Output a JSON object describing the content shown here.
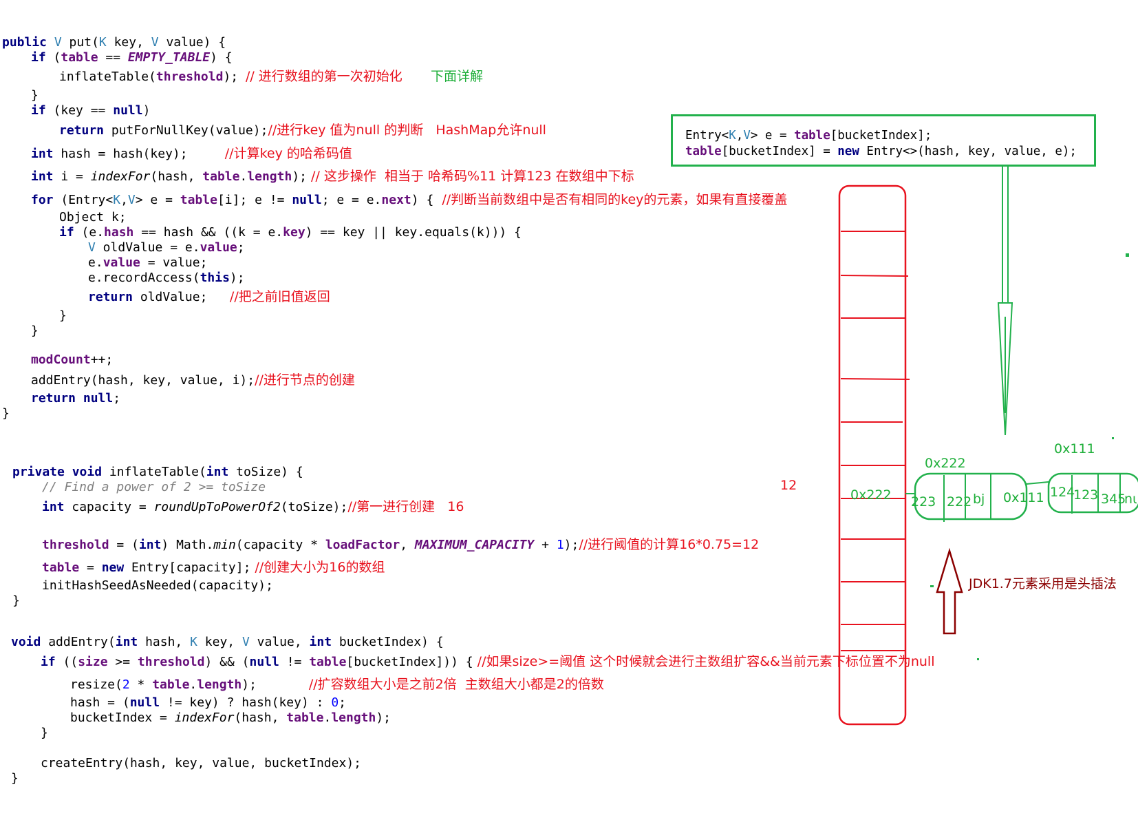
{
  "put_method": {
    "sig": {
      "kw": "public",
      "type_v": "V",
      "put": " put(",
      "type_k": "K",
      "key": " key, ",
      "type_v2": "V",
      "rest": " value) {"
    },
    "if_table": {
      "kw": "if",
      "open": " (",
      "table": "table",
      "op": " == ",
      "empty": "EMPTY_TABLE",
      "close": ") {"
    },
    "inflate": {
      "call": "inflateTable(",
      "threshold": "threshold",
      "end": "); ",
      "comment": "// 进行数组的第一次初始化"
    },
    "detail_note": "下面详解",
    "close1": "}",
    "if_key": {
      "kw": "if",
      "mid": " (key == ",
      "null": "null",
      "close": ")"
    },
    "return_null_key": {
      "kw": "return",
      "call": " putForNullKey(value);",
      "comment": "//进行key 值为null 的判断   HashMap允许null"
    },
    "int_hash": {
      "kw": "int",
      "rest": " hash = hash(key);",
      "comment": "//计算key 的哈希码值"
    },
    "int_i": {
      "kw": "int",
      "mid": " i = ",
      "index_for": "indexFor",
      "args": "(hash, ",
      "table": "table",
      "dot": ".",
      "length": "length",
      "end": ");",
      "comment": " // 这步操作  相当于 哈希码%11 计算123 在数组中下标"
    },
    "for_line": {
      "kw": "for",
      "open": " (Entry<",
      "k": "K",
      "comma": ",",
      "v": "V",
      "mid": "> e = ",
      "table": "table",
      "idx": "[i]; e != ",
      "null": "null",
      "tail": "; e = e.",
      "next": "next",
      "end": ") {",
      "comment": "  //判断当前数组中是否有相同的key的元素，如果有直接覆盖"
    },
    "object_k": "Object k;",
    "if_equals": {
      "kw": "if",
      "a": " (e.",
      "hash": "hash",
      "b": " == hash && ((k = e.",
      "key": "key",
      "c": ") == key || key.equals(k))) {"
    },
    "old_value": {
      "v": "V",
      "a": " oldValue = e.",
      "value": "value",
      "b": ";"
    },
    "set_value": {
      "a": "e.",
      "value": "value",
      "b": " = value;"
    },
    "record": {
      "a": "e.recordAccess(",
      "kw": "this",
      "b": ");"
    },
    "return_old": {
      "kw": "return",
      "rest": " oldValue;",
      "comment": "//把之前旧值返回"
    },
    "close_inner": "}",
    "close_for": "}",
    "mod_count": {
      "field": "modCount",
      "rest": "++;"
    },
    "add_entry": {
      "call": "addEntry(hash, key, value, i);",
      "comment": "//进行节点的创建"
    },
    "return_null": {
      "kw": "return",
      "sp": " ",
      "null": "null",
      "end": ";"
    },
    "close_method": "}"
  },
  "inflate_method": {
    "sig": {
      "kw1": "private",
      "kw2": "void",
      "a": " inflateTable(",
      "kw3": "int",
      "b": " toSize) {"
    },
    "doc": "// Find a power of 2 >= toSize",
    "capacity": {
      "kw": "int",
      "a": " capacity = ",
      "call": "roundUpToPowerOf2",
      "b": "(toSize);",
      "comment": "//第一进行创建   16"
    },
    "threshold_line": {
      "field": "threshold",
      "a": " = (",
      "kw": "int",
      "b": ") Math.",
      "min": "min",
      "c": "(capacity * ",
      "lf": "loadFactor",
      "d": ", ",
      "max": "MAXIMUM_CAPACITY",
      "e": " + ",
      "one": "1",
      "f": ");",
      "comment": "//进行阈值的计算16*0.75=12"
    },
    "table_line": {
      "field": "table",
      "a": " = ",
      "kw": "new",
      "b": " Entry[capacity];",
      "comment": " //创建大小为16的数组"
    },
    "init_hash": "initHashSeedAsNeeded(capacity);",
    "close": "}"
  },
  "add_entry_method": {
    "sig": {
      "kw1": "void",
      "a": " addEntry(",
      "kw2": "int",
      "b": " hash, ",
      "k": "K",
      "c": " key, ",
      "v": "V",
      "d": " value, ",
      "kw3": "int",
      "e": " bucketIndex) {"
    },
    "if_line": {
      "kw": "if",
      "a": " ((",
      "size": "size",
      "b": " >= ",
      "threshold": "threshold",
      "c": ") && (",
      "null": "null",
      "d": " != ",
      "table": "table",
      "e": "[bucketIndex])) {",
      "comment": " //如果size>=阈值 这个时候就会进行主数组扩容&&当前元素下标位置不为null"
    },
    "resize": {
      "a": "resize(",
      "two": "2",
      "b": " * ",
      "table": "table",
      "dot": ".",
      "length": "length",
      "c": ");",
      "comment": "//扩容数组大小是之前2倍  主数组大小都是2的倍数"
    },
    "hash_line": {
      "a": "hash = (",
      "null": "null",
      "b": " != key) ? hash(key) : ",
      "zero": "0",
      "c": ";"
    },
    "bucket_line": {
      "a": "bucketIndex = ",
      "call": "indexFor",
      "b": "(hash, ",
      "table": "table",
      "dot": ".",
      "length": "length",
      "c": ");"
    },
    "close_if": "}",
    "create": "createEntry(hash, key, value, bucketIndex);",
    "close": "}"
  },
  "code_box": {
    "line1": {
      "a": "Entry<",
      "k": "K",
      "comma": ",",
      "v": "V",
      "b": "> e = ",
      "table": "table",
      "c": "[bucketIndex];"
    },
    "line2": {
      "table": "table",
      "a": "[bucketIndex] = ",
      "kw": "new",
      "b": " Entry<>(hash, key, value, e);"
    }
  },
  "annotations": {
    "twelve": "12",
    "addr_0x222_top": "0x222",
    "addr_0x111_top": "0x111",
    "addr_in_array": "0x222",
    "node1_a": "223",
    "node1_b": "222",
    "node1_c": "bj",
    "node1_d": "0x111",
    "node2_a": "124",
    "node2_b": "123",
    "node2_c": "345",
    "node2_d": "nu",
    "head_insert_note": "JDK1.7元素采用是头插法"
  },
  "colors": {
    "keyword": "#000080",
    "type_param": "#2f7fb0",
    "field": "#660e7a",
    "comment_red": "#e8121e",
    "green": "#22b14c",
    "dark_red": "#8b0000"
  }
}
